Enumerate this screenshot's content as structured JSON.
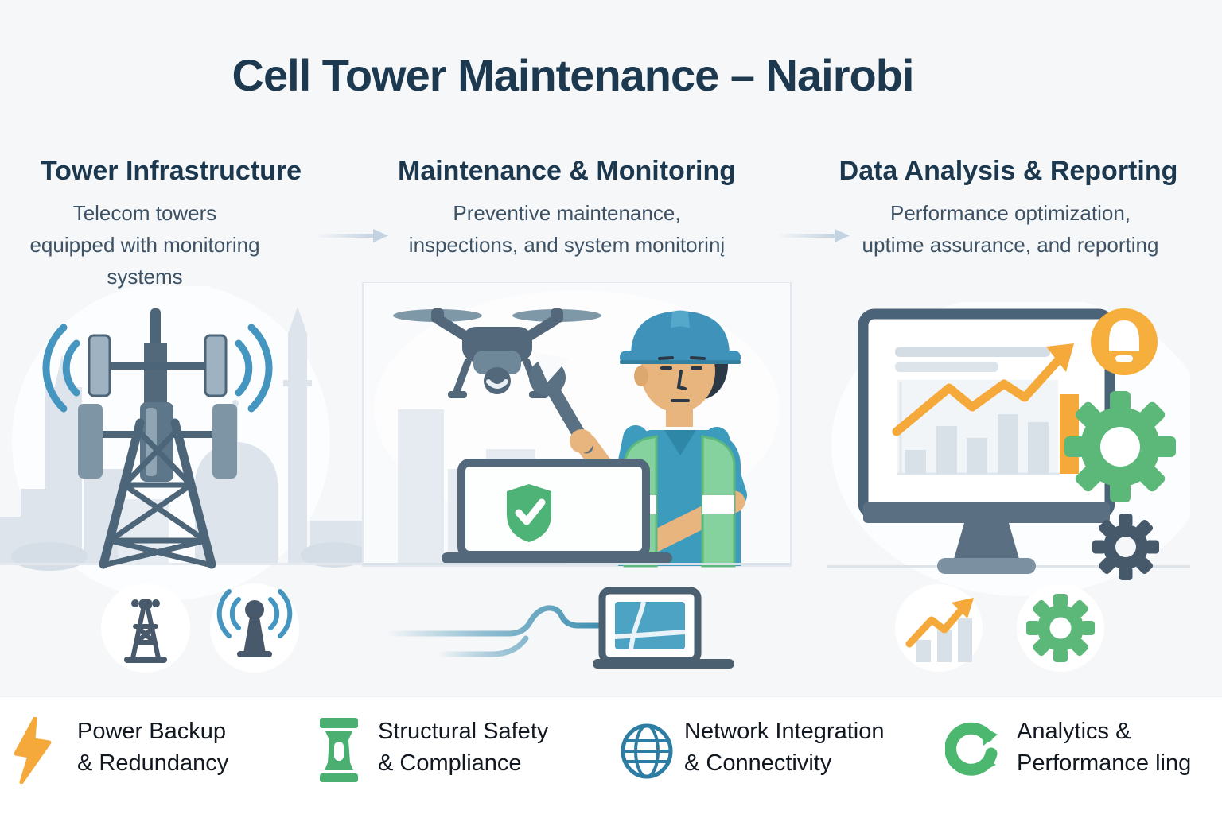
{
  "title": "Cell Tower Maintenance – Nairobi",
  "columns": [
    {
      "heading": "Tower Infrastructure",
      "subtitle_lines": [
        "Telecom towers",
        "equipped with monitoring",
        "systems"
      ],
      "illustration": "cell-tower-with-city-skyline",
      "badge_icons": [
        "small-tower-icon",
        "antenna-signal-icon"
      ]
    },
    {
      "heading": "Maintenance & Monitoring",
      "subtitle_lines": [
        "Preventive maintenance,",
        "inspections, and system monitorinį"
      ],
      "illustration": "technician-with-wrench-drone-laptop",
      "badge_icons": [
        "map-tablet-icon"
      ]
    },
    {
      "heading": "Data Analysis & Reporting",
      "subtitle_lines": [
        "Performance optimization,",
        "uptime assurance, and reporting"
      ],
      "illustration": "dashboard-monitor-with-chart-bell-gears",
      "badge_icons": [
        "trend-chart-icon",
        "gear-icon"
      ]
    }
  ],
  "features": [
    {
      "icon": "lightning-icon",
      "label_lines": [
        "Power Backup",
        "& Redundancy"
      ]
    },
    {
      "icon": "pillar-icon",
      "label_lines": [
        "Structural Safety",
        "& Compliance"
      ]
    },
    {
      "icon": "globe-icon",
      "label_lines": [
        "Network Integration",
        "& Connectivity"
      ]
    },
    {
      "icon": "cycle-arrows-icon",
      "label_lines": [
        "Analytics &",
        "Performance ling"
      ]
    }
  ],
  "colors": {
    "background": "#f6f7f9",
    "bottom_strip": "#ffffff",
    "heading_navy": "#1c384f",
    "subtitle_gray": "#3d5265",
    "slate": "#4d6579",
    "skyline": "#dde4eb",
    "signal_blue": "#4495c0",
    "accent_orange": "#f6a93b",
    "accent_green": "#5cb878",
    "globe_blue": "#2d7ca3",
    "arrow_gray_blue": "#c3d3e1"
  }
}
